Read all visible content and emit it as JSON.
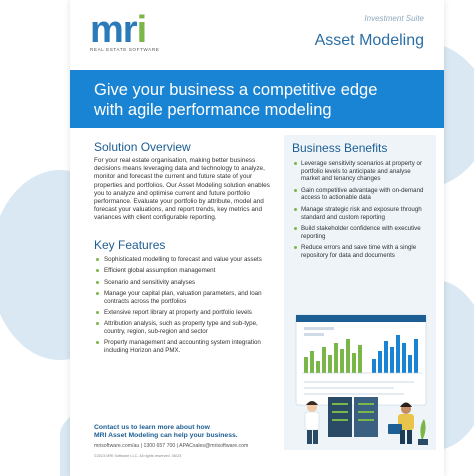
{
  "logo": {
    "word_part1": "m",
    "word_part2": "r",
    "word_part3": "i",
    "tagline": "REAL ESTATE SOFTWARE"
  },
  "header": {
    "suite": "Investment Suite",
    "title": "Asset Modeling"
  },
  "banner": {
    "line1": "Give your business a competitive edge",
    "line2": "with agile performance modeling"
  },
  "overview": {
    "heading": "Solution Overview",
    "text": "For your real estate organisation, making better business decisions means leveraging data and technology to analyze, monitor and forecast the current and future state of your properties and portfolios. Our Asset Modeling solution enables you to analyze and optimise current and future portfolio performance. Evaluate your portfolio by attribute, model and forecast your valuations, and report trends, key metrics and variances with client configurable reporting."
  },
  "features": {
    "heading": "Key Features",
    "items": [
      "Sophisticated modelling to forecast and value your assets",
      "Efficient global assumption management",
      "Scenario and sensitivity analyses",
      "Manage your capital plan, valuation parameters, and loan contracts across the portfolios",
      "Extensive report library at property and portfolio levels",
      "Attribution analysis, such as property type and sub-type, country, region, sub-region and sector",
      "Property management and accounting system integration including Horizon and PMX."
    ]
  },
  "benefits": {
    "heading": "Business Benefits",
    "items": [
      "Leverage sensitivity scenarios at property or portfolio levels to anticipate and analyse market and tenancy changes",
      "Gain competitive advantage with on-demand access to actionable data",
      "Manage strategic risk and exposure through standard and custom reporting",
      "Build stakeholder confidence with executive reporting",
      "Reduce errors and save time with a single repository for data and documents"
    ]
  },
  "contact": {
    "line1": "Contact us to learn more about how",
    "line2": "MRI Asset Modeling can help your business.",
    "line3": "mrisoftware.com/au  |  1300 657 700  |  APACsales@mrisoftware.com",
    "copyright": "©2023 MRI Software LLC. All rights reserved. 06/23"
  },
  "colors": {
    "primary": "#1a84d4",
    "heading": "#1d5e94",
    "accent": "#7ab648",
    "panel": "#eef4f8"
  }
}
